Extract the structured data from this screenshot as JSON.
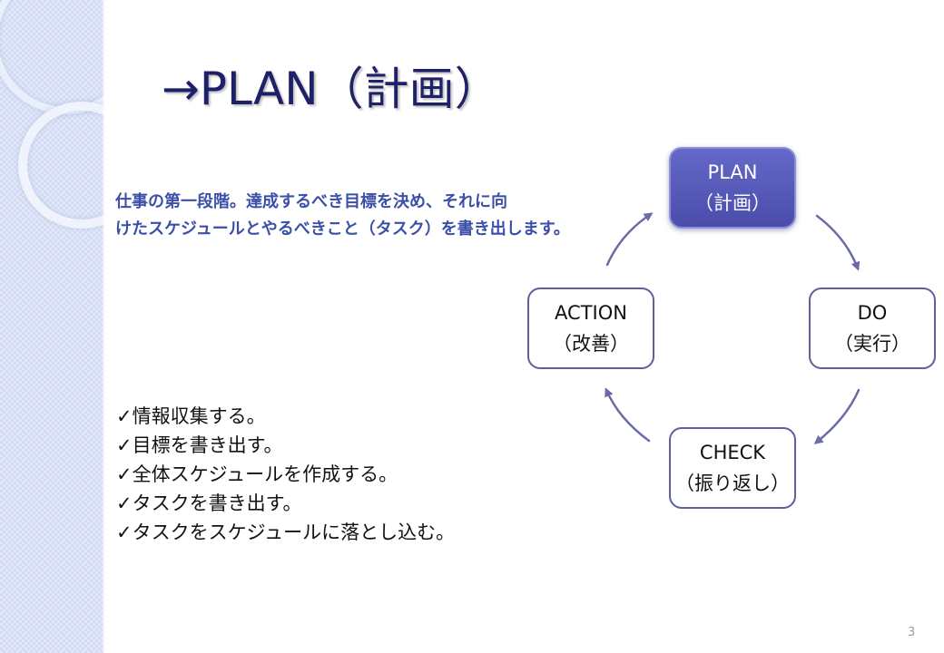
{
  "slide": {
    "title": "→PLAN（計画）",
    "description_lines": [
      "仕事の第一段階。達成するべき目標を決め、それに向",
      "けたスケジュールとやるべきこと（タスク）を書き出します。"
    ],
    "checklist": [
      "✓情報収集する。",
      "✓目標を書き出す。",
      "✓全体スケジュールを作成する。",
      "✓タスクを書き出す。",
      "✓タスクをスケジュールに落とし込む。"
    ],
    "page_number": "3"
  },
  "cycle": {
    "plan": {
      "label": "PLAN",
      "sub": "（計画）"
    },
    "do": {
      "label": "DO",
      "sub": "（実行）"
    },
    "check": {
      "label": "CHECK",
      "sub": "（振り返し）"
    },
    "action": {
      "label": "ACTION",
      "sub": "（改善）"
    }
  },
  "colors": {
    "title": "#1f2168",
    "description": "#3b4fa8",
    "active_node": "#5558b8",
    "node_border": "#5d5f9e",
    "arrow": "#6a6ca8",
    "stripe": "#d3dcf4"
  },
  "icons": {
    "check": "check-icon",
    "arrow": "arrow-icon"
  }
}
